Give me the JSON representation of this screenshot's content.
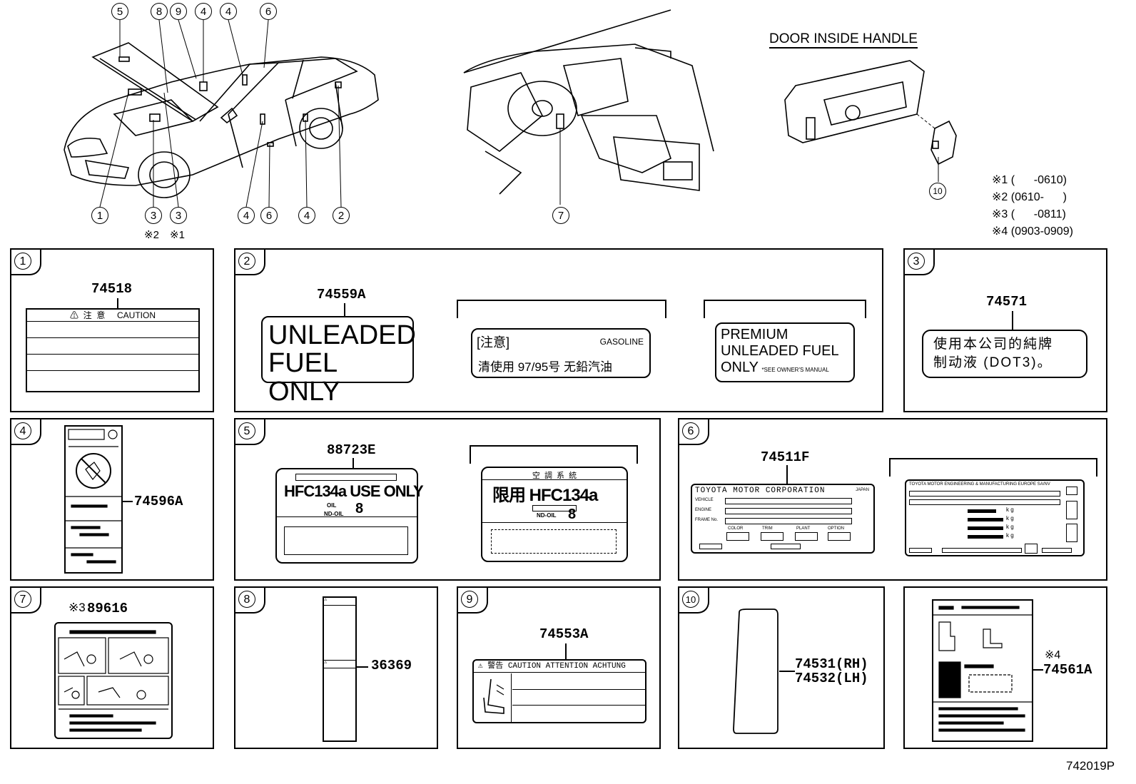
{
  "top": {
    "door_handle_title": "DOOR INSIDE HANDLE",
    "car_callouts_top": [
      "5",
      "8",
      "9",
      "4",
      "4",
      "6"
    ],
    "car_callouts_bottom": [
      "1",
      "3",
      "3",
      "4",
      "6",
      "4",
      "2"
    ],
    "car_notes": [
      "※2",
      "※1"
    ],
    "interior_callout": "7",
    "door_callout": "10",
    "notes": [
      "※1 (      -0610)",
      "※2 (0610-      )",
      "※3 (      -0811)",
      "※4 (0903-0909)"
    ]
  },
  "panels": {
    "p1": {
      "num": "1",
      "part": "74518",
      "header": "⚠  注  意     CAUTION"
    },
    "p2": {
      "num": "2",
      "part": "74559A",
      "label_a": [
        "UNLEADED",
        "FUEL ONLY"
      ],
      "cn_head": "[注意]",
      "cn_gas": "GASOLINE",
      "cn_text": "清使用 97/95号 无鉛汽油",
      "prem": [
        "PREMIUM",
        "UNLEADED FUEL",
        "ONLY"
      ],
      "prem_note": "*SEE OWNER'S MANUAL"
    },
    "p3": {
      "num": "3",
      "part": "74571",
      "text": [
        "使用本公司的純牌",
        "制动液 (DOT3)。"
      ]
    },
    "p4": {
      "num": "4",
      "part": "74596A"
    },
    "p5": {
      "num": "5",
      "part": "88723E",
      "a_text": "HFC134a USE ONLY",
      "oil": "OIL",
      "ndoil": "ND-OIL",
      "eight": "8",
      "b_head": "空  調  系  統",
      "b_text": "限用 HFC134a"
    },
    "p6": {
      "num": "6",
      "part": "74511F",
      "corp": "TOYOTA MOTOR CORPORATION",
      "japan": "JAPAN",
      "fields": [
        "VEHICLE",
        "ENGINE",
        "FRAME No."
      ],
      "codes": [
        "COLOR",
        "TRIM",
        "PLANT",
        "OPTION"
      ],
      "eu": "TOYOTA MOTOR ENGINEERING & MANUFACTURING EUROPE SA/NV",
      "kg": [
        "k g",
        "k g",
        "k g",
        "k g"
      ]
    },
    "p7": {
      "num": "7",
      "note": "※3",
      "part": "89616"
    },
    "p8": {
      "num": "8",
      "part": "36369"
    },
    "p9": {
      "num": "9",
      "part": "74553A",
      "header": "⚠ 警告 CAUTION ATTENTION ACHTUNG"
    },
    "p10": {
      "num": "10",
      "parts": [
        "74531(RH)",
        "74532(LH)"
      ]
    },
    "p11": {
      "note": "※4",
      "part": "74561A"
    }
  },
  "code": "742019P"
}
